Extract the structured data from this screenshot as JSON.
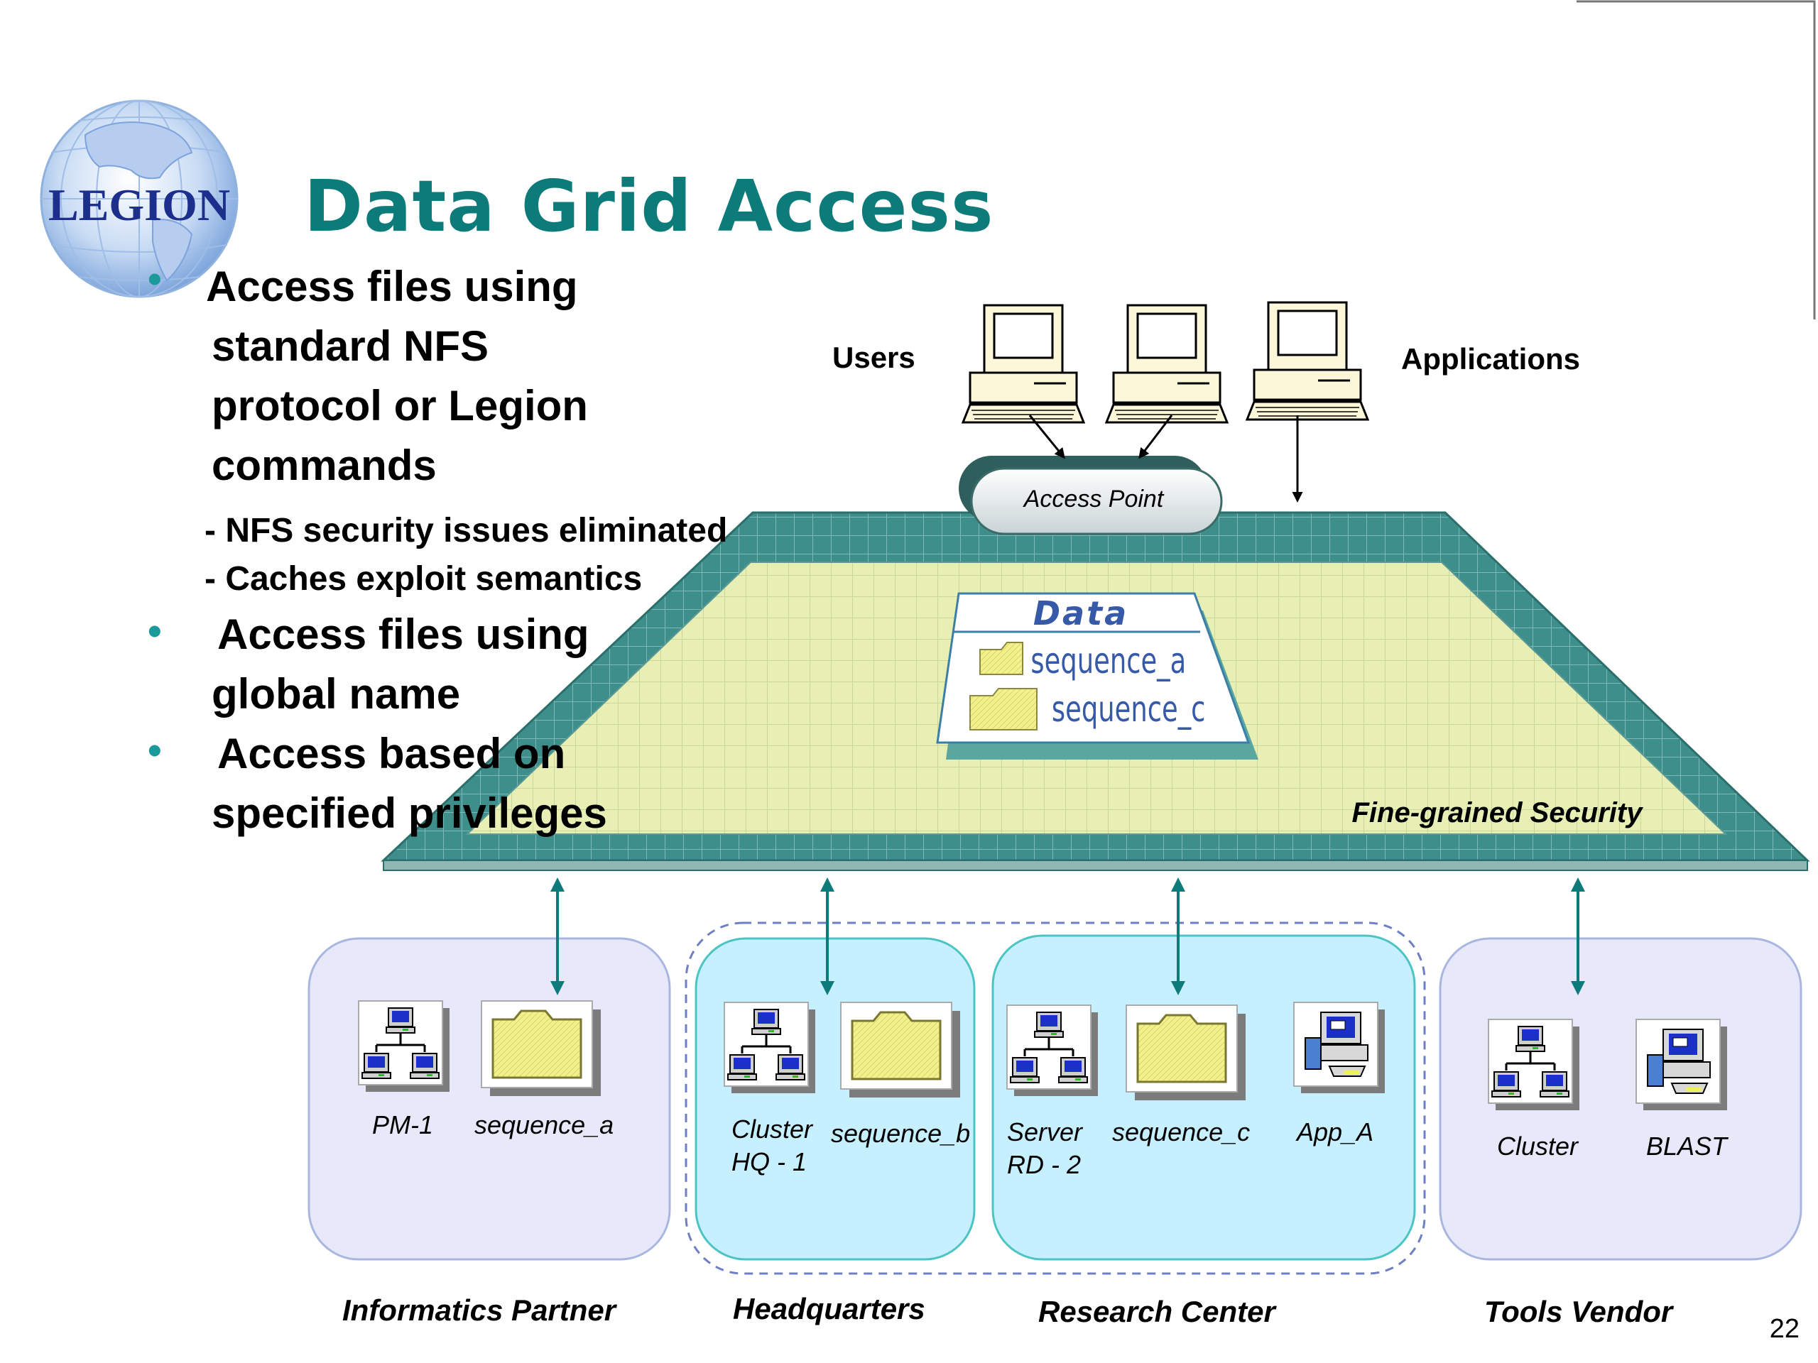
{
  "slide": {
    "logo_text": "LEGION",
    "title": "Data Grid Access",
    "bullets": [
      {
        "lines": [
          "Access files using",
          "standard NFS",
          "protocol or Legion",
          "commands"
        ]
      },
      {
        "lines": [
          "Access files using",
          "global name"
        ]
      },
      {
        "lines": [
          "Access based on",
          "specified privileges"
        ]
      }
    ],
    "sub_bullets": [
      "- NFS security issues eliminated",
      "- Caches exploit semantics"
    ],
    "page_number": "22"
  },
  "diagram": {
    "users_label": "Users",
    "applications_label": "Applications",
    "access_point_label": "Access Point",
    "data_box": {
      "title": "Data",
      "items": [
        "sequence_a",
        "sequence_c"
      ]
    },
    "security_label": "Fine-grained Security",
    "groups": [
      {
        "name": "Informatics Partner",
        "items": [
          {
            "label": "PM-1",
            "icon": "network-icon"
          },
          {
            "label": "sequence_a",
            "icon": "folder-icon"
          }
        ]
      },
      {
        "name": "Headquarters",
        "items": [
          {
            "label": "Cluster\nHQ - 1",
            "icon": "network-icon"
          },
          {
            "label": "sequence_b",
            "icon": "folder-icon"
          }
        ]
      },
      {
        "name": "Research Center",
        "items": [
          {
            "label": "Server\nRD - 2",
            "icon": "network-icon"
          },
          {
            "label": "sequence_c",
            "icon": "folder-icon"
          },
          {
            "label": "App_A",
            "icon": "application-icon"
          }
        ]
      },
      {
        "name": "Tools Vendor",
        "items": [
          {
            "label": "Cluster",
            "icon": "network-icon"
          },
          {
            "label": "BLAST",
            "icon": "application-icon"
          }
        ]
      }
    ]
  }
}
